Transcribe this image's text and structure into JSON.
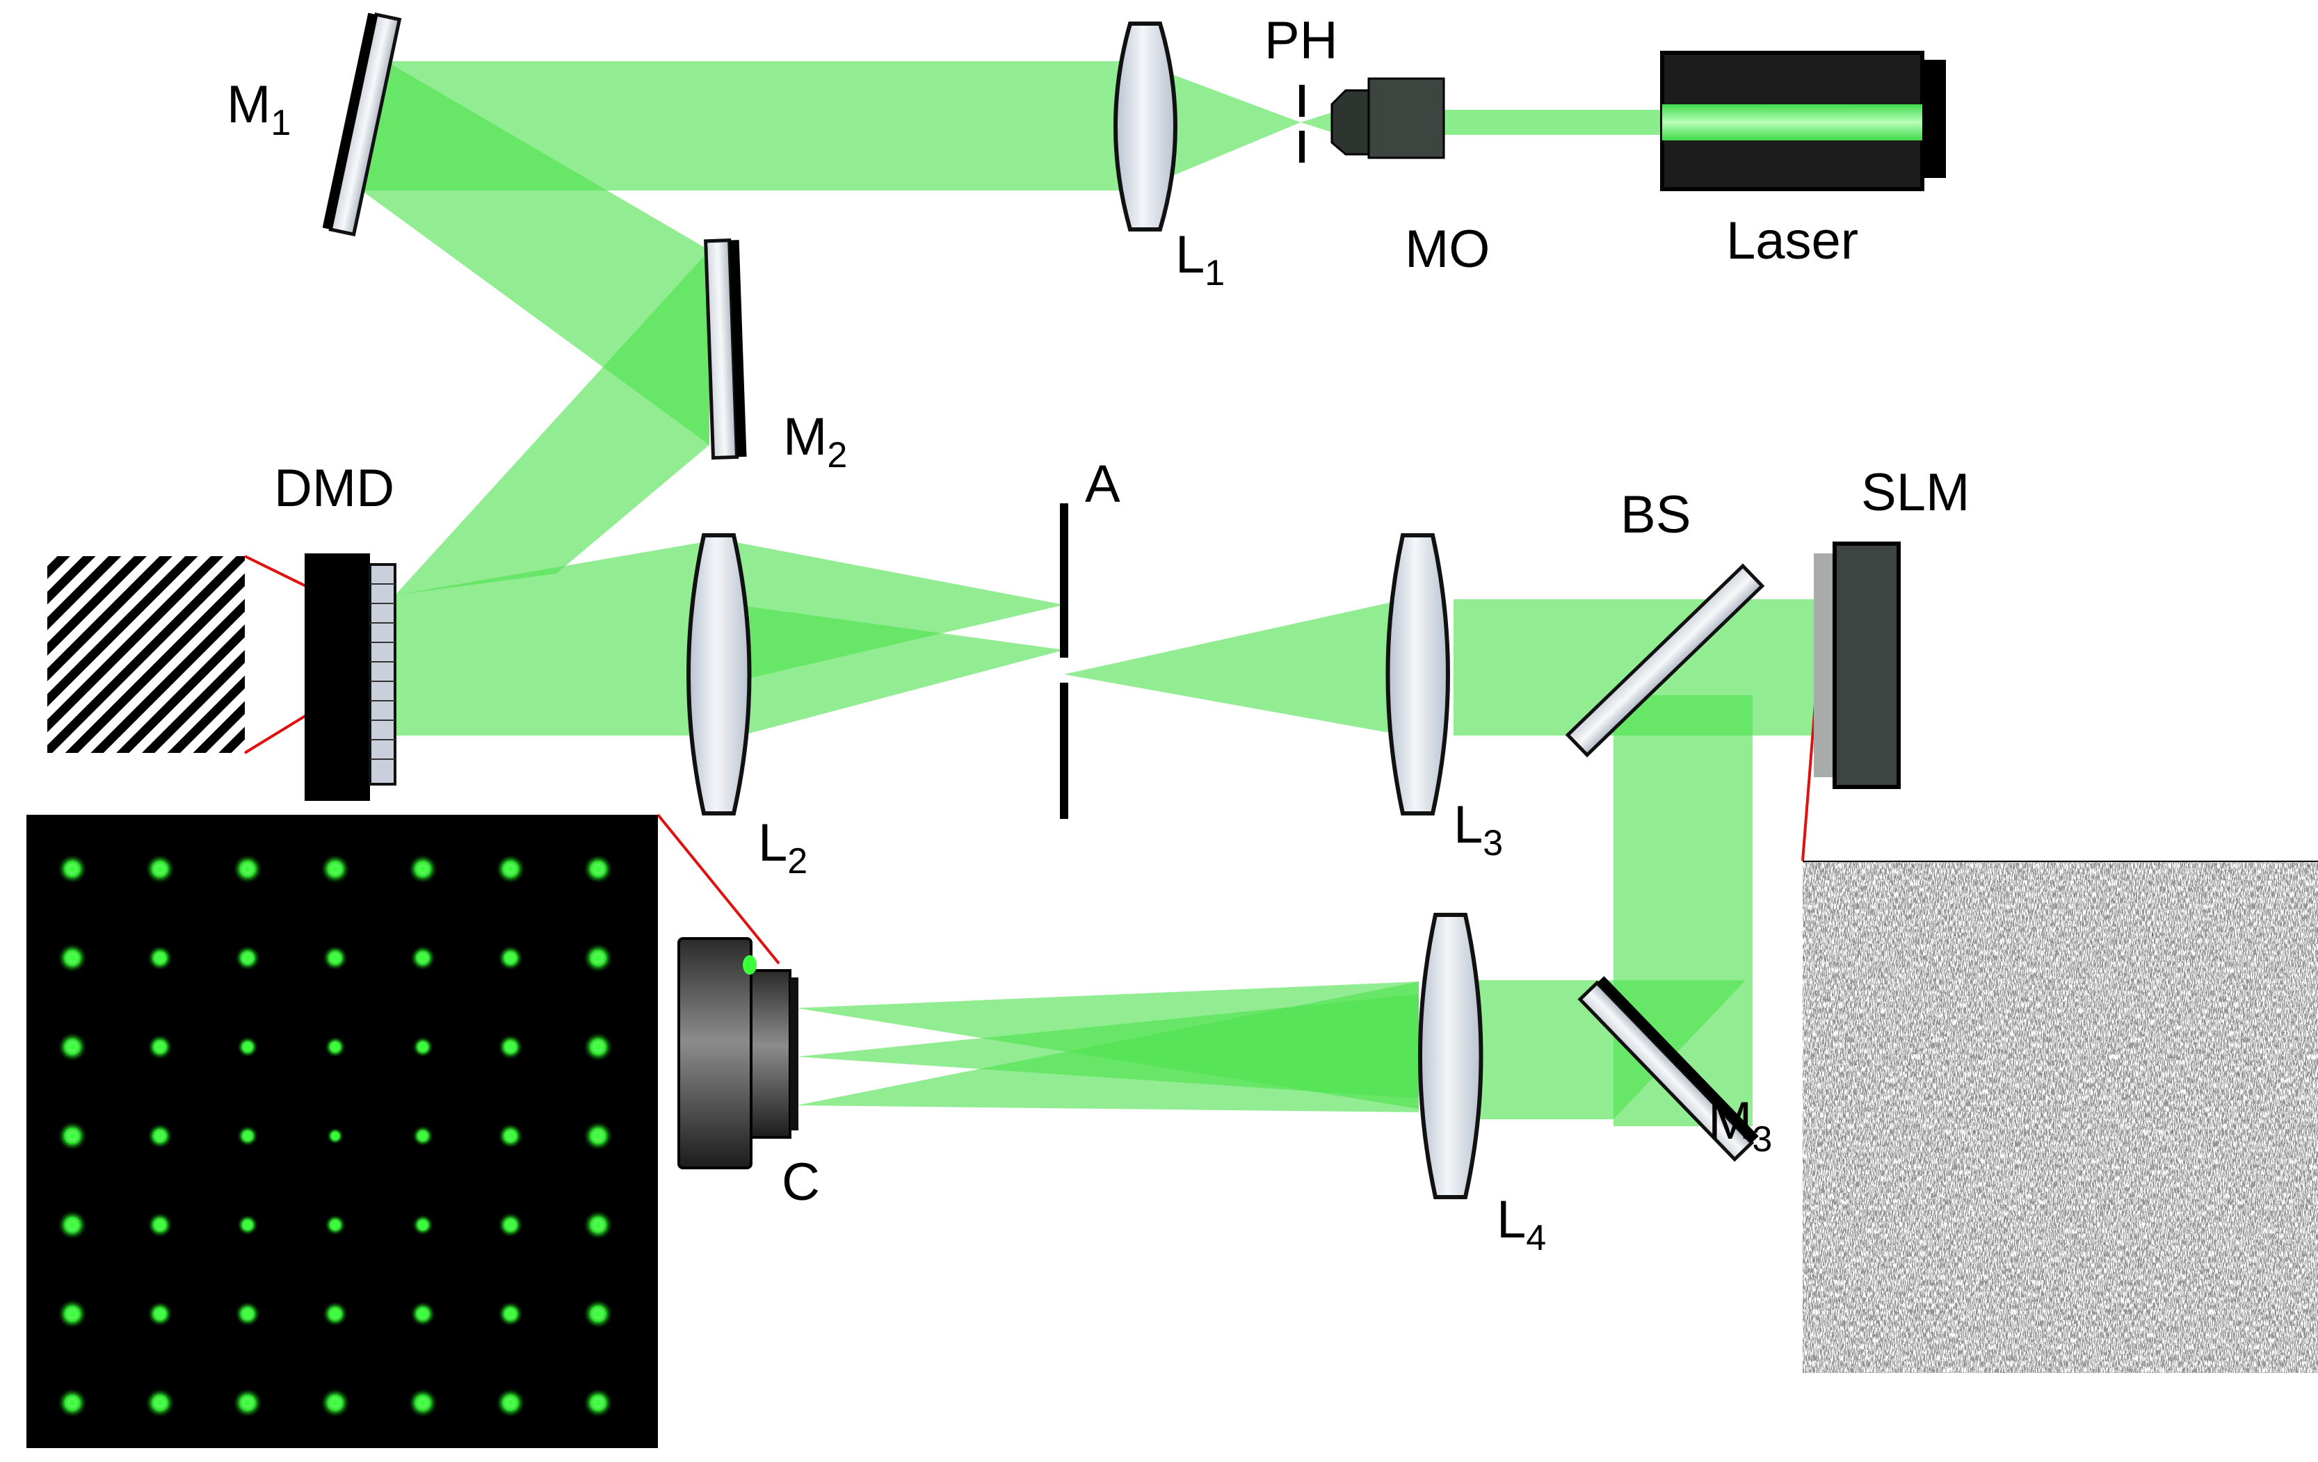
{
  "labels": {
    "m1": "M",
    "m1_sub": "1",
    "m2": "M",
    "m2_sub": "2",
    "m3": "M",
    "m3_sub": "3",
    "l1": "L",
    "l1_sub": "1",
    "l2": "L",
    "l2_sub": "2",
    "l3": "L",
    "l3_sub": "3",
    "l4": "L",
    "l4_sub": "4",
    "ph": "PH",
    "mo": "MO",
    "laser": "Laser",
    "dmd": "DMD",
    "a": "A",
    "bs": "BS",
    "slm": "SLM",
    "c": "C"
  },
  "colors": {
    "beam": "#5ee85e",
    "beam_core": "#3fd94a",
    "laser_glow": "#8cf58c",
    "lens_fill": "#e6eaf0",
    "lens_edge": "#1a1a1a",
    "mount": "#0a0a0a",
    "mo_body": "#3d4540",
    "slm_body": "#3e4442",
    "slm_face": "#a9abab",
    "link_line": "#e01010",
    "spot": "#3bff3b",
    "background": "#ffffff"
  },
  "insets": {
    "spot_grid": {
      "rows": 7,
      "cols": 7
    }
  }
}
